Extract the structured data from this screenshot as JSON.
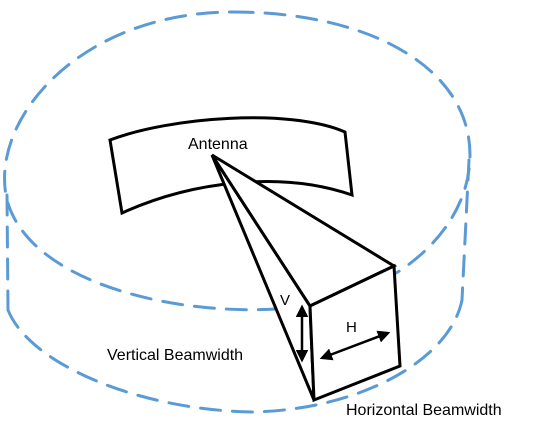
{
  "colors": {
    "cylinder_outline": "#5b9bd5",
    "line": "#000000",
    "fill": "#ffffff"
  },
  "labels": {
    "antenna": "Antenna",
    "vertical_marker": "V",
    "horizontal_marker": "H",
    "vertical_beamwidth": "Vertical Beamwidth",
    "horizontal_beamwidth": "Horizontal Beamwidth"
  },
  "icons": {
    "vertical_arrow": "double-headed-arrow-vertical",
    "horizontal_arrow": "double-headed-arrow-horizontal"
  }
}
